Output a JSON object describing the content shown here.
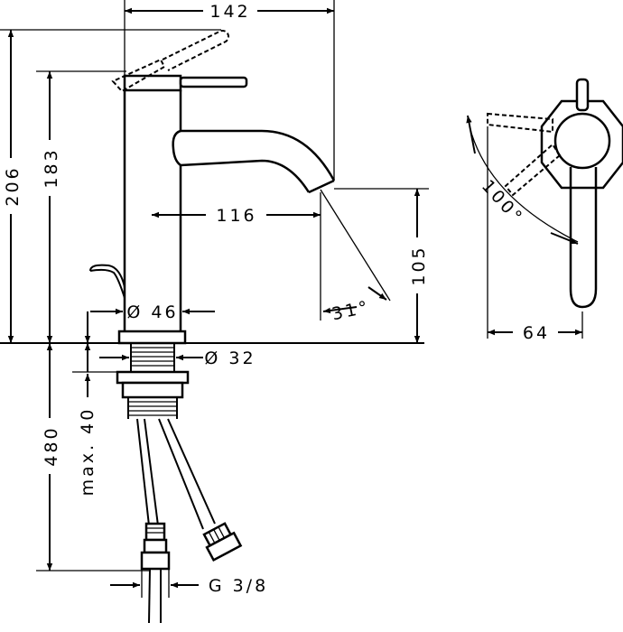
{
  "dimensions": {
    "width_top": "142",
    "height_total": "206",
    "height_lever": "183",
    "spout_reach": "116",
    "spout_height": "105",
    "spout_angle": "31°",
    "body_diameter": "Ø 46",
    "shank_diameter": "Ø 32",
    "below_counter": "480",
    "max_thickness": "max. 40",
    "connection_thread": "G 3/8",
    "lever_angle": "100°",
    "side_width": "64"
  }
}
